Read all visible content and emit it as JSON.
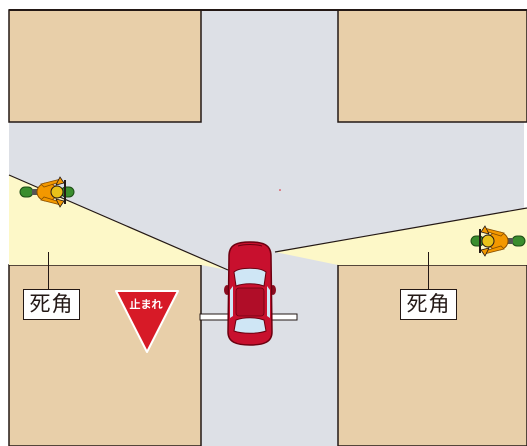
{
  "colors": {
    "building": "#e8cfa9",
    "road": "#dde0e6",
    "blind_zone": "#fdf8c8",
    "outline": "#231815",
    "stop_sign": "#d71a27",
    "car_body": "#c8102e",
    "rider_jacket": "#f39800",
    "bike_wheel": "#3a8d2e"
  },
  "blind_spot_left": {
    "label": "死角"
  },
  "blind_spot_right": {
    "label": "死角"
  },
  "stop_sign": {
    "text": "止まれ",
    "icon": "inverted-triangle-stop-sign-icon"
  },
  "car": {
    "icon": "red-car-top-view-icon"
  },
  "motorcycle_left": {
    "icon": "motorcycle-top-view-icon"
  },
  "motorcycle_right": {
    "icon": "motorcycle-top-view-icon"
  }
}
